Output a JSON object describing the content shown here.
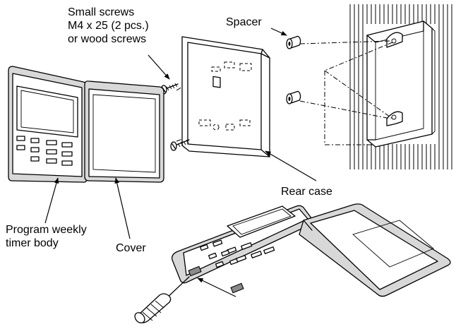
{
  "labels": {
    "screws": [
      "Small screws",
      "M4 x 25 (2 pcs.)",
      "or wood screws"
    ],
    "spacer": "Spacer",
    "rear_case": "Rear case",
    "timer_body": [
      "Program weekly",
      "timer body"
    ],
    "cover": "Cover"
  },
  "colors": {
    "line": "#000000",
    "fill_light": "#d8d8d8",
    "fill_dark": "#8a8a8a",
    "background": "#ffffff"
  }
}
